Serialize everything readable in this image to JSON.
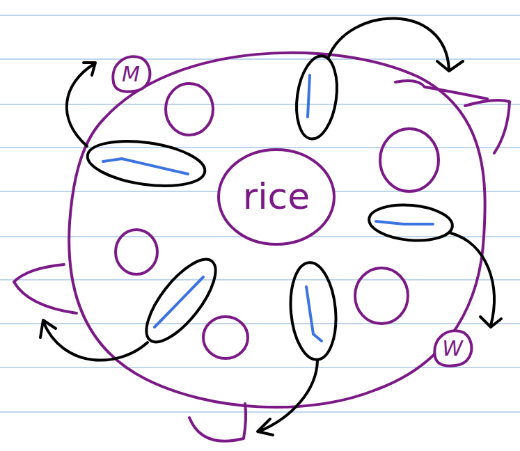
{
  "diagram": {
    "nodes": [
      {
        "text": [
          "rice"
        ]
      },
      {
        "text": [
          "M"
        ]
      },
      {
        "text": [
          "W"
        ]
      }
    ]
  }
}
